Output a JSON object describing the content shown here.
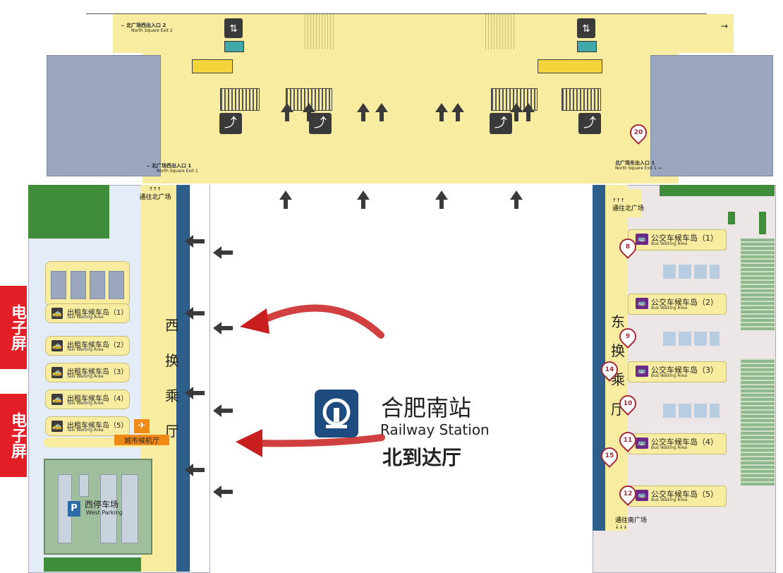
{
  "north": {
    "exit_west2_cn": "北广场西出入口 2",
    "exit_west2_en": "North Square Exit 2",
    "exit_west1_cn": "北广场西出入口 1",
    "exit_west1_en": "North Square Exit 1",
    "exit_east1_cn": "北广场东出入口 1",
    "exit_east1_en": "North Square Exit 1"
  },
  "to_north_square": "通往北广场",
  "to_south_square": "通往南广场",
  "west_hall": {
    "c1": "西",
    "c2": "换",
    "c3": "乘",
    "c4": "厅"
  },
  "east_hall": {
    "c1": "东",
    "c2": "换",
    "c3": "乘",
    "c4": "厅"
  },
  "taxi_islands": [
    {
      "cn": "出租车候车岛（1）",
      "en": "Taxi Waiting Area"
    },
    {
      "cn": "出租车候车岛（2）",
      "en": "Taxi Waiting Area"
    },
    {
      "cn": "出租车候车岛（3）",
      "en": "Taxi Waiting Area"
    },
    {
      "cn": "出租车候车岛（4）",
      "en": "Taxi Waiting Area"
    },
    {
      "cn": "出租车候车岛（5）",
      "en": "Taxi Waiting Area"
    }
  ],
  "city_terminal": "城市候机厅",
  "parking": {
    "cn": "西停车场",
    "en": "West Parking",
    "icon": "P"
  },
  "bus_islands": [
    {
      "cn": "公交车候车岛（1）",
      "en": "Bus Waiting Area"
    },
    {
      "cn": "公交车候车岛（2）",
      "en": "Bus Waiting Area"
    },
    {
      "cn": "公交车候车岛（3）",
      "en": "Bus Waiting Area"
    },
    {
      "cn": "公交车候车岛（4）",
      "en": "Bus Waiting Area"
    },
    {
      "cn": "公交车候车岛（5）",
      "en": "Bus Waiting Area"
    }
  ],
  "pins": [
    "20",
    "8",
    "9",
    "14",
    "10",
    "11",
    "15",
    "12"
  ],
  "screen_banner": "电子屏",
  "station": {
    "name_cn": "合肥南站",
    "name_en": "Railway Station",
    "hall_cn": "北到达厅"
  },
  "colors": {
    "floor": "#f7eca0",
    "corridor": "#2e5f8a",
    "banner": "#e41e26",
    "bus": "#6b2a8a",
    "pin": "#a3283a"
  }
}
